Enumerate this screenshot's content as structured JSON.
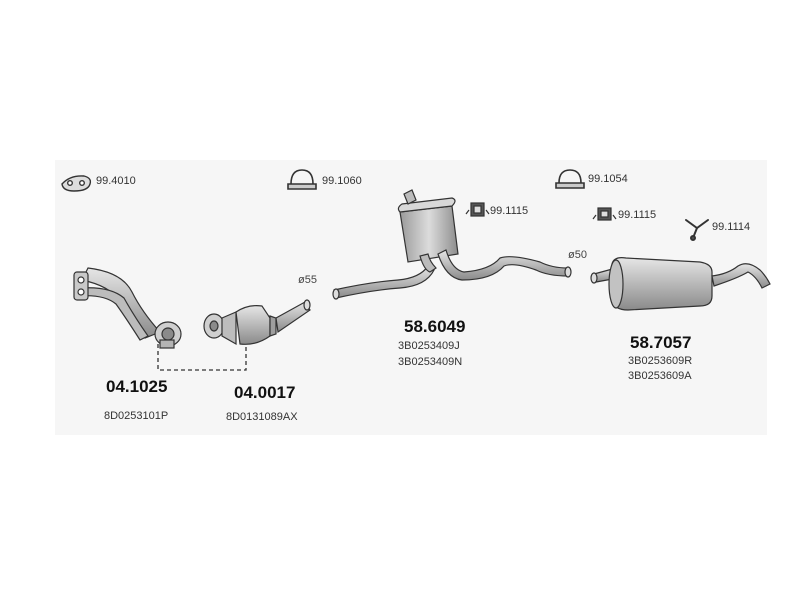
{
  "hardware": {
    "gasket_flange": "99.4010",
    "clamp_front": "99.1060",
    "rubber_mount_mid": "99.1115",
    "clamp_rear": "99.1054",
    "rubber_mount_rear": "99.1115",
    "bracket_rear": "99.1114"
  },
  "diameters": {
    "front": "ø55",
    "rear": "ø50"
  },
  "parts": {
    "front_pipe": {
      "number": "04.1025",
      "oem": [
        "8D0253101P"
      ]
    },
    "catalyst": {
      "number": "04.0017",
      "oem": [
        "8D0131089AX"
      ]
    },
    "middle_silencer": {
      "number": "58.6049",
      "oem": [
        "3B0253409J",
        "3B0253409N"
      ]
    },
    "rear_silencer": {
      "number": "58.7057",
      "oem": [
        "3B0253609R",
        "3B0253609A"
      ]
    }
  },
  "colors": {
    "part_fill": "#c9c9c9",
    "part_dark": "#7d7d7d",
    "outline": "#333333",
    "background_band": "#f4f4f4"
  }
}
